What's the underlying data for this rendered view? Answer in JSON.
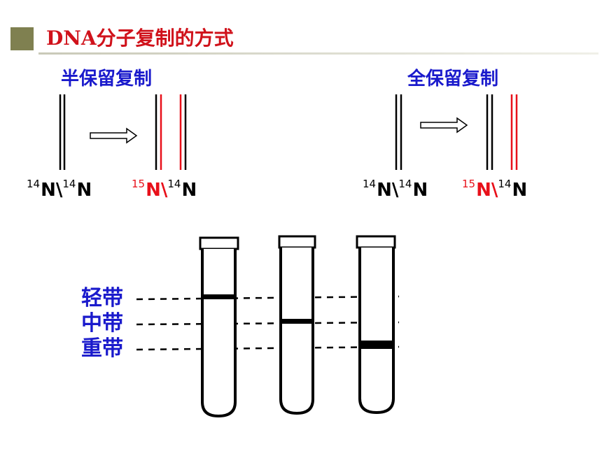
{
  "title": {
    "text": "DNA分子复制的方式",
    "accent_color": "#d0121b",
    "marker_color": "#7f8050"
  },
  "semi_conservative": {
    "label": "半保留复制",
    "parent": {
      "left_isotope": "14",
      "right_isotope": "14",
      "element": "N",
      "separator": "\\"
    },
    "daughter": {
      "left_isotope": "15",
      "right_isotope": "14",
      "element": "N",
      "separator": "\\"
    }
  },
  "conservative": {
    "label": "全保留复制",
    "parent": {
      "left_isotope": "14",
      "right_isotope": "14",
      "element": "N",
      "separator": "\\"
    },
    "daughter": {
      "left_isotope": "15",
      "right_isotope": "14",
      "element": "N",
      "separator": "\\"
    }
  },
  "bands": {
    "light": "轻带",
    "middle": "中带",
    "heavy": "重带"
  },
  "colors": {
    "label_blue": "#1a1acc",
    "strand_red": "#e8101a",
    "strand_black": "#000000"
  }
}
